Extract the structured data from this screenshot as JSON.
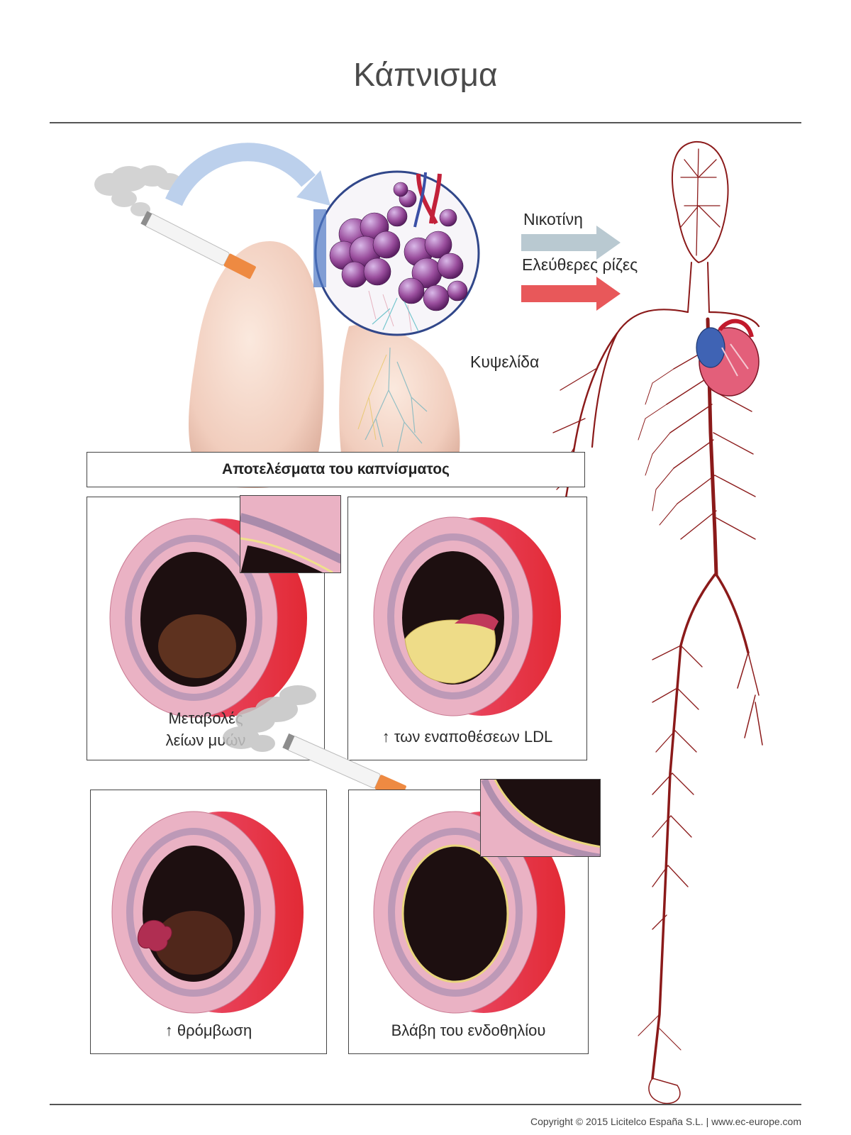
{
  "title": "Κάπνισμα",
  "labels": {
    "nicotine": "Νικοτίνη",
    "free_radicals": "Ελεύθερες ρίζες",
    "alveolus": "Κυψελίδα"
  },
  "effects_header": "Αποτελέσματα του καπνίσματος",
  "panels": [
    {
      "caption_line1": "Μεταβολές",
      "caption_line2": "λείων μυών"
    },
    {
      "caption_line1": "↑ των εναποθέσεων LDL"
    },
    {
      "caption_line1": "↑ θρόμβωση"
    },
    {
      "caption_line1": "Βλάβη του ενδοθηλίου"
    }
  ],
  "colors": {
    "nicotine_arrow": "#b9c9d1",
    "radicals_arrow": "#e8585a",
    "vessel_tree": "#8b1a1a",
    "artery_pink": "#eab2c4",
    "artery_red": "#e22a35",
    "alveoli": "#8a3e8c",
    "rule": "#555555"
  },
  "footer": "Copyright © 2015 Licitelco España S.L. | www.ec-europe.com"
}
